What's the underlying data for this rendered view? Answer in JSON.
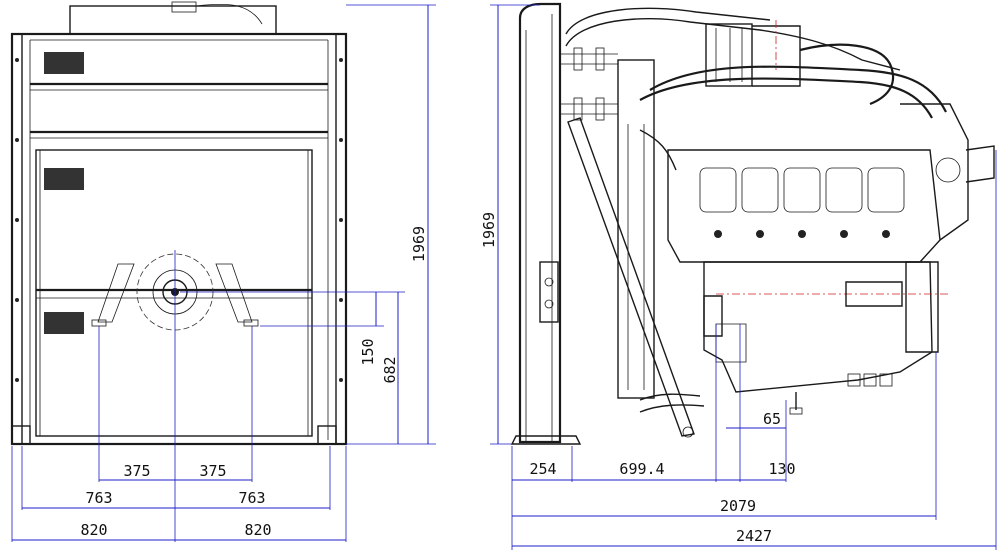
{
  "drawing": {
    "front_view": {
      "height_label": "1969",
      "dims": {
        "d150": "150",
        "d682": "682",
        "d375_left": "375",
        "d375_right": "375",
        "d763_left": "763",
        "d763_right": "763",
        "d820_left": "820",
        "d820_right": "820"
      }
    },
    "side_view": {
      "height_label": "1969",
      "dims": {
        "d65": "65",
        "d254": "254",
        "d699": "699.4",
        "d130": "130",
        "d2079": "2079",
        "d2427": "2427"
      }
    }
  },
  "colors": {
    "dimension_line": "#1c1cc8",
    "linework": "#1a1a1a",
    "centerline": "#cc2222"
  }
}
